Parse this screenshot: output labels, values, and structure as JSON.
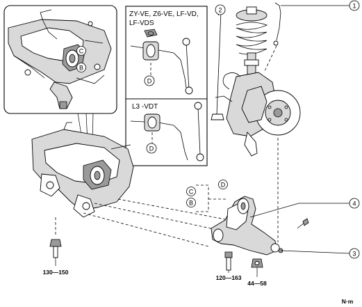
{
  "insets": {
    "top_title_line1": "ZY-VE, Z6-VE, LF-VD,",
    "top_title_line2": "LF-VDS",
    "bottom_title": "L3 -VDT"
  },
  "callouts": {
    "c1": "1",
    "c2": "2",
    "c3": "3",
    "c4": "4"
  },
  "letters": {
    "B": "B",
    "C": "C",
    "D": "D"
  },
  "torques": {
    "t1": "130—150",
    "t2": "120—163",
    "t3": "44—58"
  },
  "unit": "N·m"
}
